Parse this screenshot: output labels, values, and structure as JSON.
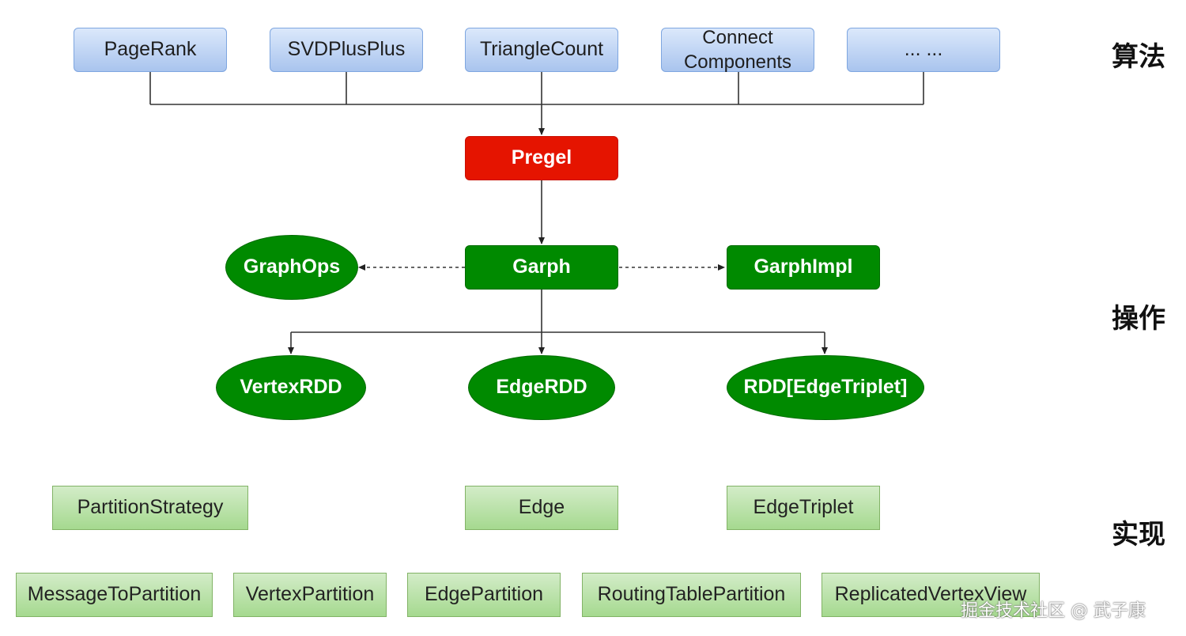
{
  "algorithms": [
    "PageRank",
    "SVDPlusPlus",
    "TriangleCount",
    "Connect Components",
    "... ..."
  ],
  "pregel": "Pregel",
  "graph": "Garph",
  "graphOps": "GraphOps",
  "graphImpl": "GarphImpl",
  "rdds": [
    "VertexRDD",
    "EdgeRDD",
    "RDD[EdgeTriplet]"
  ],
  "impl_row1": [
    "PartitionStrategy",
    "Edge",
    "EdgeTriplet"
  ],
  "impl_row2": [
    "MessageToPartition",
    "VertexPartition",
    "EdgePartition",
    "RoutingTablePartition",
    "ReplicatedVertexView"
  ],
  "layers": {
    "algorithm": "算法",
    "operation": "操作",
    "implementation": "实现"
  },
  "watermark": "掘金技术社区 @ 武子康",
  "colors": {
    "pregel": "#e51400",
    "graph": "#008a00",
    "algorithm_box": "#a9c4ee",
    "implementation_box": "#a5d98f"
  }
}
